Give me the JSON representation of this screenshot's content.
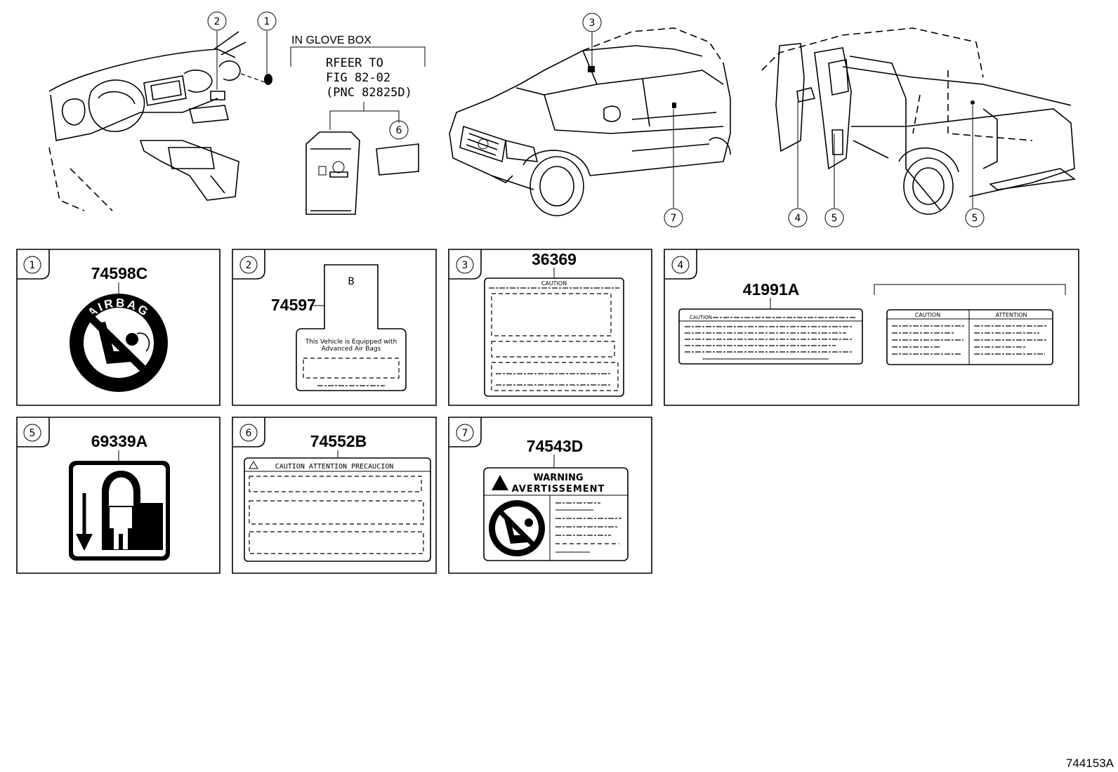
{
  "glove_box": {
    "heading": "IN GLOVE BOX",
    "refer_line1": "RFEER TO",
    "refer_line2": "FIG 82-02",
    "refer_line3": "(PNC 82825D)"
  },
  "callouts": {
    "c1": "1",
    "c2": "2",
    "c3": "3",
    "c4": "4",
    "c5a": "5",
    "c5b": "5",
    "c6": "6",
    "c7": "7"
  },
  "panels": [
    {
      "index": "1",
      "part_number": "74598C",
      "label_text": "AIRBAG",
      "icon": "no-child-seat-airbag-icon"
    },
    {
      "index": "2",
      "part_number": "74597",
      "tab_text": "B",
      "label_text_line1": "This Vehicle is Equipped with",
      "label_text_line2": "Advanced Air Bags"
    },
    {
      "index": "3",
      "part_number": "36369",
      "label_heading": "CAUTION"
    },
    {
      "index": "4",
      "part_number": "41991A",
      "left_heading": "CAUTION",
      "right_heading_left": "CAUTION",
      "right_heading_right": "ATTENTION"
    },
    {
      "index": "5",
      "part_number": "69339A",
      "icon": "child-seat-anchor-icon"
    },
    {
      "index": "6",
      "part_number": "74552B",
      "label_heading": "CAUTION ATTENTION PRECAUCION"
    },
    {
      "index": "7",
      "part_number": "74543D",
      "label_heading_line1": "WARNING",
      "label_heading_line2": "AVERTISSEMENT",
      "icon": "no-child-seat-icon"
    }
  ],
  "figure_id": "744153A"
}
